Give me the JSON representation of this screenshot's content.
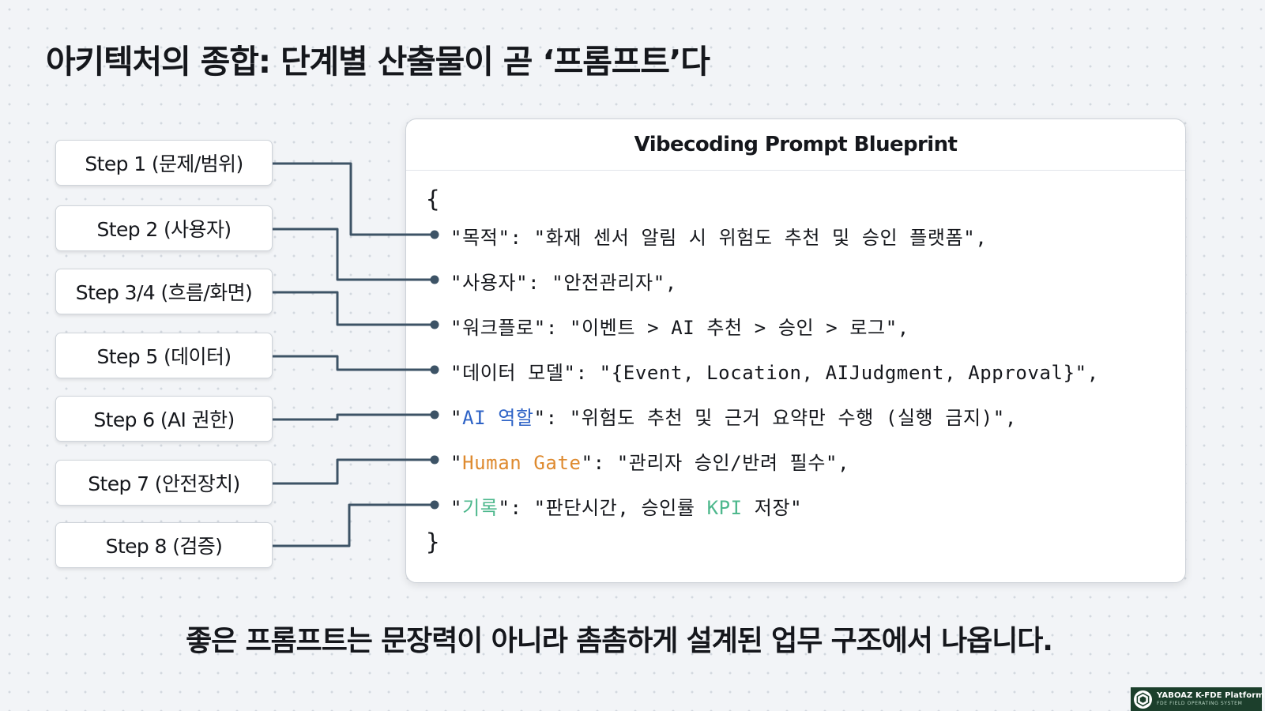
{
  "title": "아키텍처의 종합: 단계별 산출물이 곧 ‘프롬프트’다",
  "steps": [
    {
      "label": "Step 1 (문제/범위)"
    },
    {
      "label": "Step 2 (사용자)"
    },
    {
      "label": "Step 3/4 (흐름/화면)"
    },
    {
      "label": "Step 5 (데이터)"
    },
    {
      "label": "Step 6 (AI 권한)"
    },
    {
      "label": "Step 7 (안전장치)"
    },
    {
      "label": "Step 8 (검증)"
    }
  ],
  "blueprint": {
    "title": "Vibecoding Prompt Blueprint",
    "open_brace": "{",
    "close_brace": "}",
    "lines": [
      {
        "key": "목적",
        "value": "\"화재 센서 알림 시 위험도 추천 및 승인 플랫폼\","
      },
      {
        "key": "사용자",
        "value": "\"안전관리자\","
      },
      {
        "key": "워크플로",
        "value": "\"이벤트 > AI 추천 > 승인 > 로그\","
      },
      {
        "key": "데이터 모델",
        "value": "\"{Event, Location, AIJudgment, Approval}\","
      },
      {
        "key": "AI 역할",
        "value": "\"위험도 추천 및 근거 요약만 수행 (실행 금지)\","
      },
      {
        "key": "Human Gate",
        "value": "\"관리자 승인/반려 필수\","
      },
      {
        "key": "기록",
        "value_before": "\"판단시간, 승인률 ",
        "value_highlight": "KPI",
        "value_after": " 저장\""
      }
    ]
  },
  "caption": "좋은 프롬프트는 문장력이 아니라 촘촘하게 설계된 업무 구조에서 나옵니다.",
  "brand": {
    "name": "YABOAZ K-FDE Platform",
    "subtitle": "FDE FIELD OPERATING SYSTEM"
  },
  "colors": {
    "connector": "#3d5366",
    "ai_role_key": "#2d62c6",
    "human_gate_key": "#de8a2f",
    "record_key": "#4eb88d",
    "brand_bg": "#1c3f2c"
  }
}
